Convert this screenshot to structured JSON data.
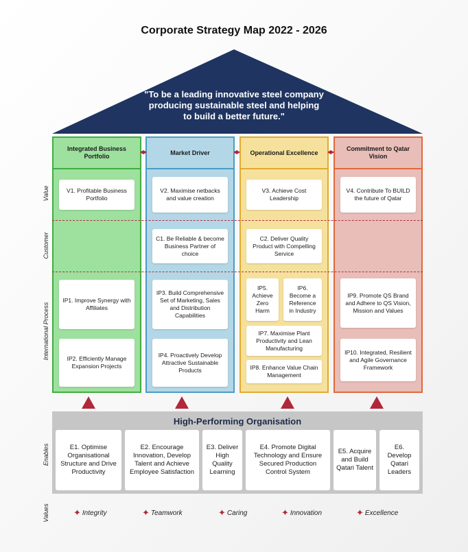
{
  "title": "Corporate Strategy Map 2022 - 2026",
  "vision": "\"To be a leading innovative steel company producing sustainable steel and helping to build a better future.\"",
  "colors": {
    "roof": "#1f3460",
    "pillar1_bg": "#9ee09e",
    "pillar1_border": "#3fae3f",
    "pillar2_bg": "#b3d7e6",
    "pillar2_border": "#4a9cc5",
    "pillar3_bg": "#f6e19c",
    "pillar3_border": "#e2a92e",
    "pillar4_bg": "#e9bdb8",
    "pillar4_border": "#e0683a",
    "arrow": "#b1283a",
    "hpo": "#c6c6c6"
  },
  "row_labels": {
    "value": "Value",
    "customer": "Customer",
    "process": "International Process",
    "enables": "Enables",
    "values": "Values"
  },
  "pillars": [
    {
      "title": "Integrated Business Portfolio"
    },
    {
      "title": "Market Driver"
    },
    {
      "title": "Operational Excellence"
    },
    {
      "title": "Commitment to Qatar Vision"
    }
  ],
  "objectives": {
    "v1": "V1. Profitable Business Portfolio",
    "v2": "V2. Maximise netbacks and value creation",
    "v3": "V3. Achieve Cost Leadership",
    "v4": "V4. Contribute To BUILD the future of Qatar",
    "c1": "C1. Be Reliable & become Business Partner of choice",
    "c2": "C2. Deliver Quality Product with Compelling Service",
    "ip1": "IP1. Improve Synergy with Affiliates",
    "ip2": "IP2. Efficiently Manage Expansion Projects",
    "ip3": "IP3. Build Comprehensive Set of Marketing, Sales and Distribution Capabilities",
    "ip4": "IP4. Proactively Develop Attractive Sustainable Products",
    "ip5": "IP5. Achieve Zero Harm",
    "ip6": "IP6. Become a Reference in Industry",
    "ip7": "IP7. Maximise Plant Productivity and Lean Manufacturing",
    "ip8": "IP8. Enhance Value Chain Management",
    "ip9": "IP9. Promote QS Brand and Adhere to QS Vision, Mission and Values",
    "ip10": "IP10. Integrated, Resilient and Agile Governance Framework"
  },
  "hpo": {
    "title": "High-Performing Organisation",
    "enablers": [
      "E1. Optimise Organisational Structure and Drive Productivity",
      "E2. Encourage Innovation, Develop Talent and Achieve Employee Satisfaction",
      "E3. Deliver High Quality Learning",
      "E4. Promote Digital Technology and Ensure Secured Production Control System",
      "E5. Acquire and Build Qatari Talent",
      "E6. Develop Qatari Leaders"
    ]
  },
  "values": [
    "Integrity",
    "Teamwork",
    "Caring",
    "Innovation",
    "Excellence"
  ]
}
